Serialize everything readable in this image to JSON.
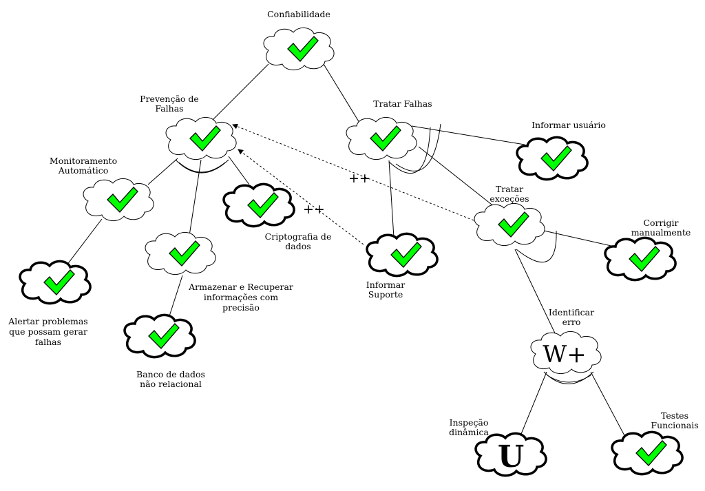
{
  "colors": {
    "check_fill": "#00ff00",
    "stroke": "#000000",
    "background": "#ffffff"
  },
  "nodes": {
    "confiabilidade": {
      "label": [
        "Confiabilidade"
      ],
      "status": "check-icon",
      "kind": "softgoal"
    },
    "prevencao": {
      "label": [
        "Prevenção de",
        "Falhas"
      ],
      "status": "check-icon",
      "kind": "softgoal"
    },
    "tratar_falhas": {
      "label": [
        "Tratar Falhas"
      ],
      "status": "check-icon",
      "kind": "softgoal"
    },
    "informar_usuario": {
      "label": [
        "Informar usuário"
      ],
      "status": "check-icon",
      "kind": "operationalization"
    },
    "monitoramento": {
      "label": [
        "Monitoramento",
        "Automático"
      ],
      "status": "check-icon",
      "kind": "softgoal"
    },
    "criptografia": {
      "label": [
        "Criptografia de",
        "dados"
      ],
      "status": "check-icon",
      "kind": "operationalization"
    },
    "tratar_excecoes": {
      "label": [
        "Tratar",
        "exceções"
      ],
      "status": "check-icon",
      "kind": "softgoal"
    },
    "corrigir": {
      "label": [
        "Corrigir",
        "manualmente"
      ],
      "status": "check-icon",
      "kind": "operationalization"
    },
    "armazenar": {
      "label": [
        "Armazenar e Recuperar",
        "informações com",
        "precisão"
      ],
      "status": "check-icon",
      "kind": "softgoal"
    },
    "informar_suporte": {
      "label": [
        "Informar",
        "Suporte"
      ],
      "status": "check-icon",
      "kind": "operationalization"
    },
    "alertar": {
      "label": [
        "Alertar problemas",
        "que possam gerar",
        "falhas"
      ],
      "status": "check-icon",
      "kind": "operationalization"
    },
    "identificar_erro": {
      "label": [
        "Identificar",
        "erro"
      ],
      "status": "W+",
      "kind": "softgoal"
    },
    "banco_dados": {
      "label": [
        "Banco de dados",
        "não relacional"
      ],
      "status": "check-icon",
      "kind": "operationalization"
    },
    "inspecao": {
      "label": [
        "Inspeção",
        "dinâmica"
      ],
      "status": "U",
      "kind": "operationalization"
    },
    "testes": {
      "label": [
        "Testes",
        "Funcionais"
      ],
      "status": "check-icon",
      "kind": "operationalization"
    }
  },
  "contributions": [
    {
      "from": "informar_suporte",
      "to": "prevencao",
      "label": "++"
    },
    {
      "from": "tratar_excecoes",
      "to": "prevencao",
      "label": "++"
    }
  ],
  "big_marks": {
    "w_plus": "W+",
    "undecided": "U"
  }
}
